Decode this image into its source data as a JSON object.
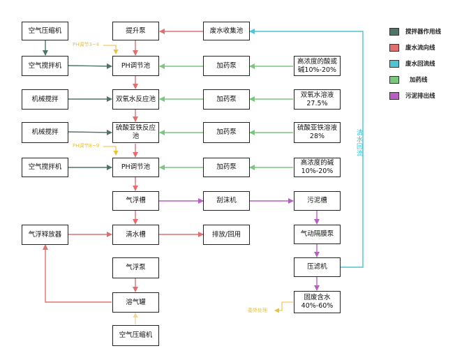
{
  "colors": {
    "stirrer": "#4f7468",
    "wastewater": "#e07070",
    "reflux": "#4ec4d4",
    "dosing": "#7dc67d",
    "sludge": "#b85fc4",
    "note": "#e8c23a"
  },
  "legend": [
    {
      "label": "搅拌器作用线",
      "color": "#4f7468"
    },
    {
      "label": "废水流向线",
      "color": "#e07070"
    },
    {
      "label": "废水回流线",
      "color": "#4ec4d4"
    },
    {
      "label": "加药线",
      "color": "#7dc67d"
    },
    {
      "label": "污泥排出线",
      "color": "#b85fc4"
    }
  ],
  "boxes": {
    "air_compressor_top": "空气压缩机",
    "lift_pump": "提升泵",
    "wastewater_tank": "废水收集池",
    "air_stirrer_1": "空气搅拌机",
    "ph_tank_1": "PH调节池",
    "dosing_pump_1": "加药泵",
    "acid_reagent": "高浓度的酸或\n碱10%-20%",
    "mech_stirrer_1": "机械搅拌",
    "peroxide_tank": "双氧水反应池",
    "dosing_pump_2": "加药泵",
    "peroxide_solution": "双氧水溶液\n27.5%",
    "mech_stirrer_2": "机械搅拌",
    "ferrous_tank": "硫酸亚铁反应\n池",
    "dosing_pump_3": "加药泵",
    "ferrous_solution": "硫酸亚铁溶液\n28%",
    "air_stirrer_2": "空气搅拌机",
    "ph_tank_2": "PH调节池",
    "dosing_pump_4": "加药泵",
    "alkali_reagent": "高浓度的碱\n10%-20%",
    "flotation_tank": "气浮槽",
    "skimmer": "刮沫机",
    "sludge_tank": "污泥槽",
    "air_release": "气浮释放器",
    "clear_tank": "清水槽",
    "discharge": "排放/回用",
    "diaphragm_pump": "气动隔膜泵",
    "flotation_pump": "气浮泵",
    "filter_press": "压滤机",
    "dissolved_air_tank": "溶气罐",
    "solid_waste": "固废含水\n40%-60%",
    "air_compressor_bottom": "空气压缩机"
  },
  "notes": {
    "ph_note_1": "PH调节3~4",
    "ph_note_2": "PH调节8~9",
    "outsource": "委外处理",
    "reflux_label": "清水回流"
  }
}
